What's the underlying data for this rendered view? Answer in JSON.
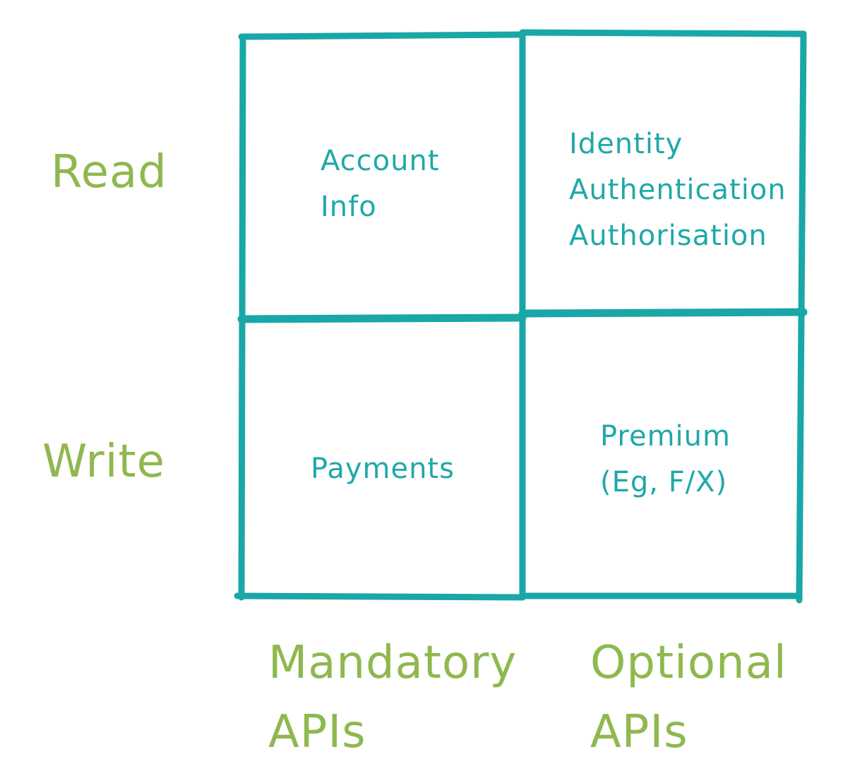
{
  "colors": {
    "grid_line": "#19a7a7",
    "cell_text": "#20a8a8",
    "axis_label": "#8fb84f"
  },
  "rows": {
    "read": "Read",
    "write": "Write"
  },
  "columns": {
    "mandatory": {
      "line1": "Mandatory",
      "line2": "APIs"
    },
    "optional": {
      "line1": "Optional",
      "line2": "APIs"
    }
  },
  "cells": {
    "read_mandatory": {
      "line1": "Account",
      "line2": "Info"
    },
    "read_optional": {
      "line1": "Identity",
      "line2": "Authentication",
      "line3": "Authorisation"
    },
    "write_mandatory": {
      "line1": "Payments"
    },
    "write_optional": {
      "line1": "Premium",
      "line2": "(Eg, F/X)"
    }
  }
}
